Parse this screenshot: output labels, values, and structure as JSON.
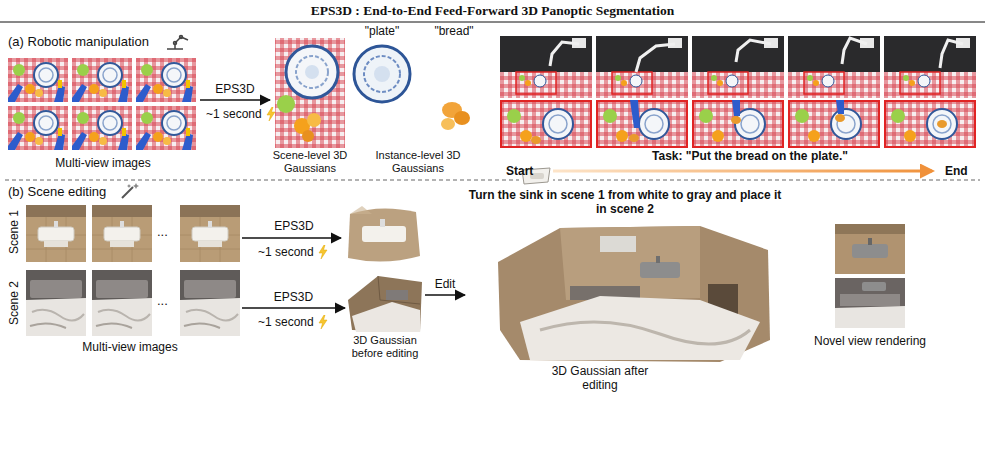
{
  "diagram": {
    "title": "EPS3D : End-to-End Feed-Forward 3D Panoptic Segmentation",
    "nodes": [
      {
        "text": [
          "Multi-view images"
        ]
      },
      {
        "text": [
          "Scene-level 3D Gaussians"
        ]
      },
      {
        "text": [
          "Instance-level 3D Gaussians"
        ]
      },
      {
        "text": [
          "\"plate\""
        ],
        "in": 2
      },
      {
        "text": [
          "\"bread\""
        ],
        "in": 2
      },
      {
        "text": [
          "Scene 1"
        ]
      },
      {
        "text": [
          "Scene 2",
          "Multi-view images"
        ]
      },
      {
        "text": [
          "3D Gaussian before editing"
        ]
      },
      {
        "text": [
          "Turn the sink in scene 1 from white to gray and place it in scene 2",
          "3D Gaussian after editing"
        ]
      },
      {
        "text": [
          "Novel view rendering"
        ]
      }
    ],
    "edges": [
      {
        "from": 0,
        "to": 1,
        "arrow": "to",
        "label": "EPS3D"
      },
      {
        "from": 6,
        "to": 7,
        "arrow": "to",
        "label": "EPS3D"
      },
      {
        "from": 7,
        "to": 8,
        "arrow": "to",
        "label": "Edit"
      }
    ],
    "labels": [
      "(a) Robotic manipulation",
      "~1 second",
      "Task: \"Put the bread on the plate.\"",
      "Start",
      "End",
      "(b) Scene editing",
      "...",
      "EPS3D",
      "~1 second",
      "...",
      "~1 second"
    ]
  }
}
